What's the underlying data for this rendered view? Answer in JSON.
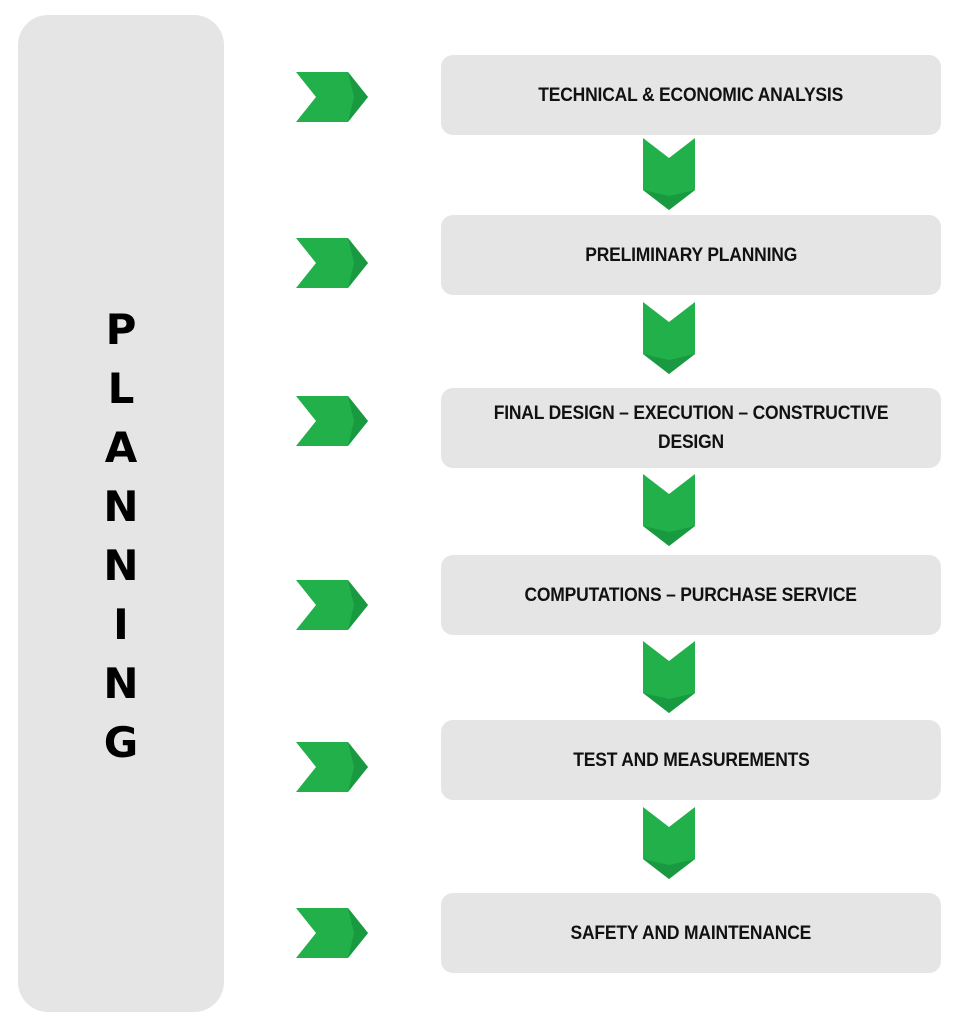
{
  "sidebar": {
    "letters": [
      "P",
      "L",
      "A",
      "N",
      "N",
      "I",
      "N",
      "G"
    ]
  },
  "steps": [
    {
      "label": "TECHNICAL & ECONOMIC ANALYSIS"
    },
    {
      "label": "PRELIMINARY PLANNING"
    },
    {
      "label": "FINAL DESIGN – EXECUTION – CONSTRUCTIVE DESIGN"
    },
    {
      "label": "COMPUTATIONS – PURCHASE SERVICE"
    },
    {
      "label": "TEST AND MEASUREMENTS"
    },
    {
      "label": "SAFETY AND MAINTENANCE"
    }
  ],
  "colors": {
    "panel": "#e5e5e5",
    "arrow_green": "#22b04b",
    "arrow_dark": "#178a38"
  }
}
